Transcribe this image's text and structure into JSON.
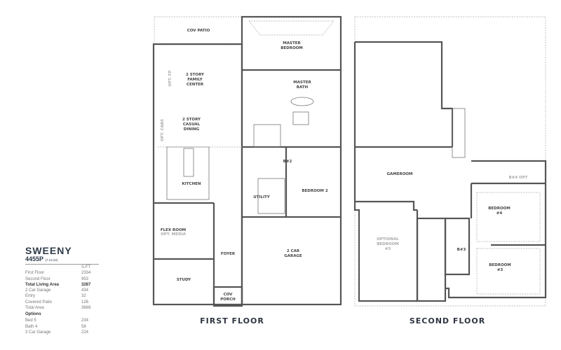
{
  "plan_name": "SWEENY",
  "plan_code": "4455P",
  "plan_date": "(7.13.22)",
  "area_table": {
    "unit_header": "S.FT",
    "rows": [
      {
        "label": "First Floor",
        "value": "2334",
        "bold": false
      },
      {
        "label": "Second Floor",
        "value": "953",
        "bold": false
      },
      {
        "label": "Total Living Area",
        "value": "3287",
        "bold": true
      },
      {
        "label": "2 Car Garage",
        "value": "434",
        "bold": false
      },
      {
        "label": "Entry",
        "value": "32",
        "bold": false
      },
      {
        "label": "Covered Patio",
        "value": "126",
        "bold": false
      },
      {
        "label": "Total Area",
        "value": "3669",
        "bold": false
      }
    ],
    "options_header": "Options",
    "options": [
      {
        "label": "Bed 5",
        "value": "234"
      },
      {
        "label": "Bath 4",
        "value": "58"
      },
      {
        "label": "3 Car Garage",
        "value": "224"
      }
    ]
  },
  "first_floor": {
    "title": "FIRST FLOOR",
    "rooms": {
      "cov_patio": "COV PATIO",
      "master_bedroom": [
        "MASTER",
        "BEDROOM"
      ],
      "master_bath": [
        "MASTER",
        "BATH"
      ],
      "family_center": [
        "2 STORY",
        "FAMILY",
        "CENTER"
      ],
      "casual_dining": [
        "2 STORY",
        "CASUAL",
        "DINING"
      ],
      "opt_fp": "OPT. FP",
      "opt_cabs": "OPT. CABS",
      "kitchen": "KITCHEN",
      "b2": "B#2",
      "utility": "UTILITY",
      "bedroom_2": "BEDROOM 2",
      "flex_room": "FLEX ROOM",
      "opt_media": "OPT. MEDIA",
      "foyer": "FOYER",
      "garage": [
        "2 CAR",
        "GARAGE"
      ],
      "study": "STUDY",
      "cov_porch": [
        "COV",
        "PORCH"
      ]
    }
  },
  "second_floor": {
    "title": "SECOND FLOOR",
    "rooms": {
      "gameroom": "GAMEROOM",
      "b4_opt": "B#4 OPT",
      "bedroom_4": [
        "BEDROOM",
        "#4"
      ],
      "optional_bedroom_5": [
        "OPTIONAL",
        "BEDROOM",
        "#5"
      ],
      "b3": "B#3",
      "bedroom_3": [
        "BEDROOM",
        "#3"
      ]
    }
  }
}
